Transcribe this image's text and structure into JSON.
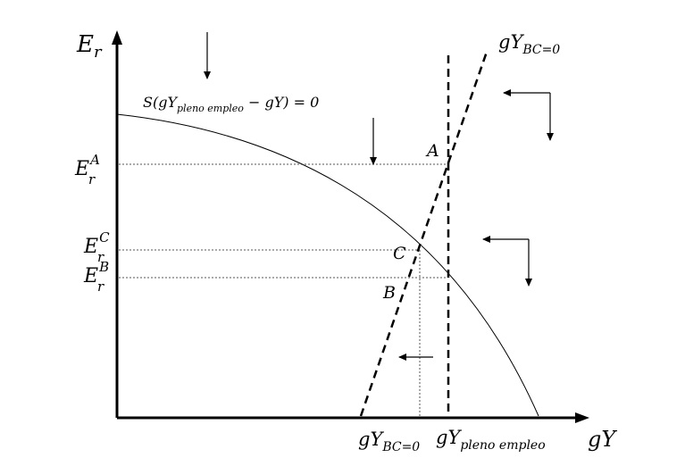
{
  "axes": {
    "y_label": "E",
    "y_label_sub": "r",
    "x_label": "gY"
  },
  "ticks": {
    "era": {
      "base": "E",
      "sup": "A",
      "sub": "r"
    },
    "erc": {
      "base": "E",
      "sup": "C",
      "sub": "r"
    },
    "erb": {
      "base": "E",
      "sup": "B",
      "sub": "r"
    },
    "gybc": {
      "base": "gY",
      "sub": "BC=0"
    },
    "gyfull": {
      "base": "gY",
      "sub": "pleno empleo"
    }
  },
  "curves": {
    "dashed_label": {
      "base": "gY",
      "sub": "BC=0"
    },
    "s_curve_label": {
      "pre": "S(gY",
      "sub": "pleno empleo",
      "post": " − gY) = 0"
    }
  },
  "points": {
    "a": "A",
    "b": "B",
    "c": "C"
  }
}
